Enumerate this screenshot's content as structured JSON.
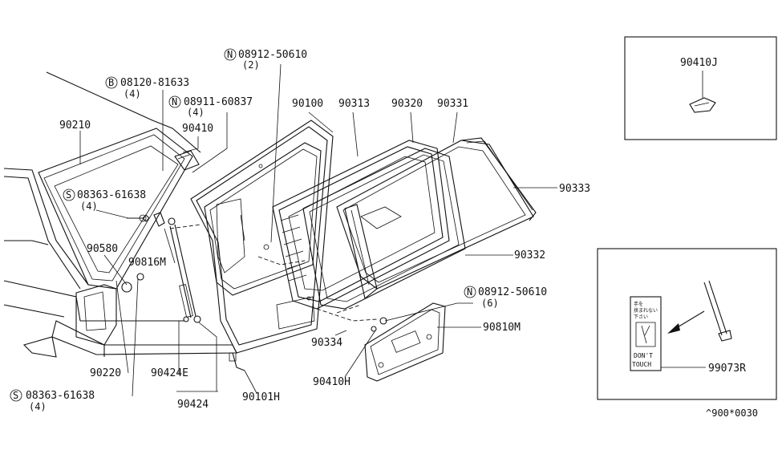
{
  "parts": {
    "p90210": "90210",
    "p08120": "08120-81633",
    "p08120_qty": "(4)",
    "p08911": "08911-60837",
    "p08911_qty": "(4)",
    "p08912a": "08912-50610",
    "p08912a_qty": "(2)",
    "p90410": "90410",
    "p90100": "90100",
    "p90313": "90313",
    "p90320": "90320",
    "p90331": "90331",
    "p90333": "90333",
    "p08363a": "08363-61638",
    "p08363a_qty": "(4)",
    "p90580": "90580",
    "p90816m": "90816M",
    "p90332": "90332",
    "p08912b": "08912-50610",
    "p08912b_qty": "(6)",
    "p90810m": "90810M",
    "p90334": "90334",
    "p90220": "90220",
    "p90424e": "90424E",
    "p90410h": "90410H",
    "p08363b": "08363-61638",
    "p08363b_qty": "(4)",
    "p90424": "90424",
    "p90101h": "90101H",
    "p90410j": "90410J",
    "p99073r": "99073R"
  },
  "prefix": {
    "B": "B",
    "N": "N",
    "S": "S"
  },
  "sticker": {
    "line1": "手を",
    "line2": "挟まれない",
    "line3": "下さい",
    "dont": "DON'T",
    "touch": "TOUCH"
  },
  "footer_code": "^900*0030"
}
